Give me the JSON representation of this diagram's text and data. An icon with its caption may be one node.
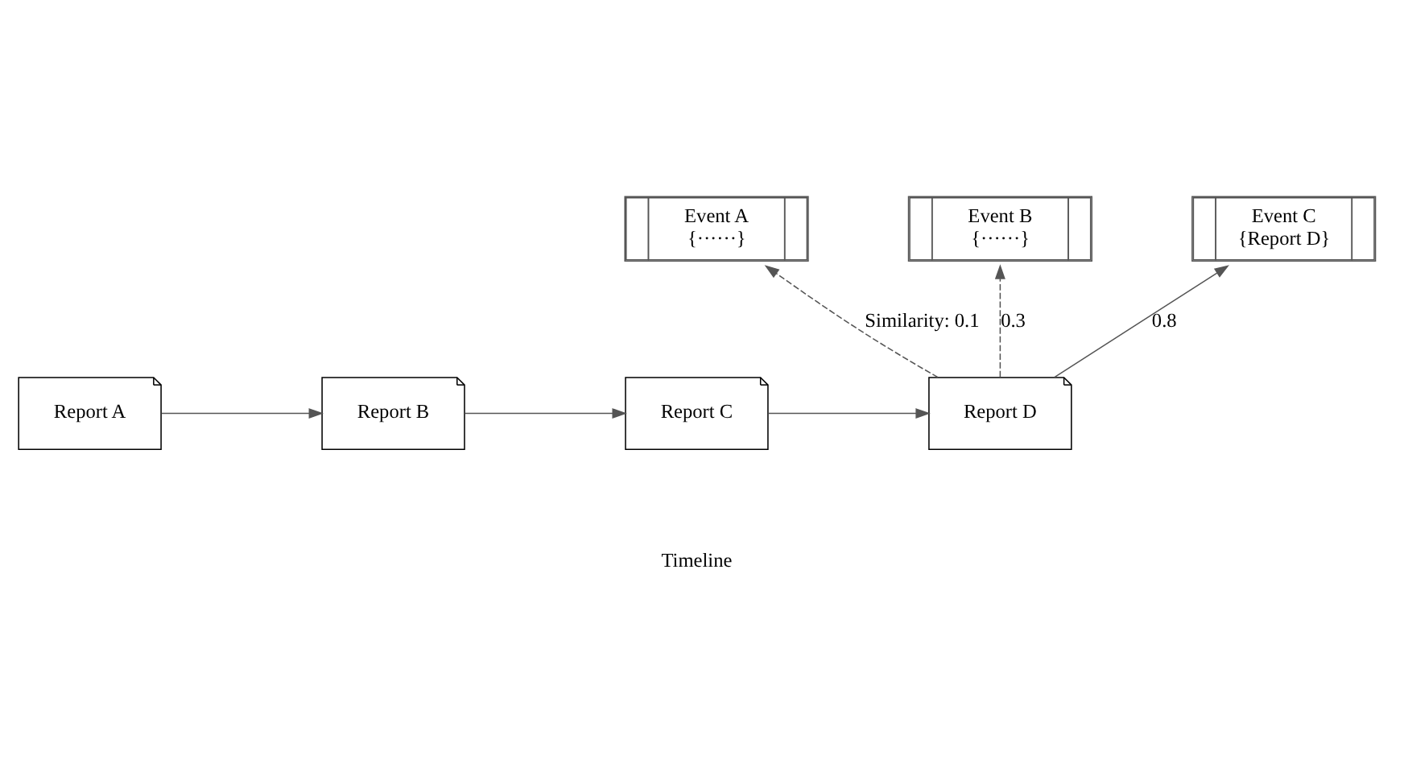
{
  "diagram": {
    "nodes": [
      {
        "text": [
          "Event A",
          "{······}"
        ]
      },
      {
        "text": [
          "Event B",
          "{······}"
        ]
      },
      {
        "text": [
          "Event C",
          "{Report D}"
        ]
      },
      {
        "text": [
          "Report A"
        ]
      },
      {
        "text": [
          "Report B"
        ]
      },
      {
        "text": [
          "Report C"
        ]
      },
      {
        "text": [
          "Report D"
        ]
      }
    ],
    "edges": [
      {
        "from": 3,
        "to": 4,
        "arrow": "to"
      },
      {
        "from": 4,
        "to": 5,
        "arrow": "to"
      },
      {
        "from": 5,
        "to": 6,
        "arrow": "to"
      },
      {
        "from": 6,
        "to": 0,
        "arrow": "to",
        "label": "Similarity: 0.1",
        "style": "dashed"
      },
      {
        "from": 6,
        "to": 1,
        "arrow": "to",
        "label": "0.3",
        "style": "dashed"
      },
      {
        "from": 6,
        "to": 2,
        "arrow": "to",
        "label": "0.8"
      }
    ],
    "labels": [
      "Timeline"
    ]
  }
}
